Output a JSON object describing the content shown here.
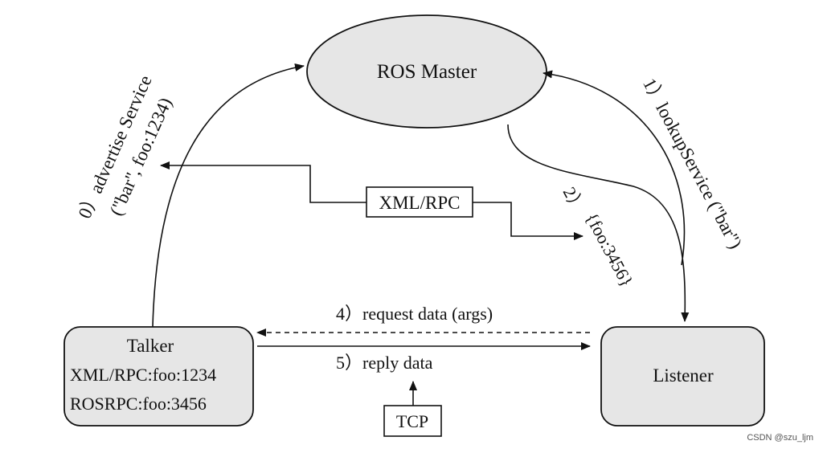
{
  "nodes": {
    "master": "ROS Master",
    "talker": {
      "title": "Talker",
      "line1": "XML/RPC:foo:1234",
      "line2": "ROSRPC:foo:3456"
    },
    "listener": "Listener"
  },
  "labels": {
    "advertise_line1": "0）advertise Service",
    "advertise_line2": "(\"bar\", foo:1234)",
    "lookup": "1）lookupService (\"bar\")",
    "reply_master_num": "2）",
    "reply_master_val": "{foo:3456}",
    "xmlrpc": "XML/RPC",
    "request": "4）request data (args)",
    "reply": "5）reply data",
    "tcp": "TCP"
  },
  "watermark": "CSDN @szu_ljm"
}
